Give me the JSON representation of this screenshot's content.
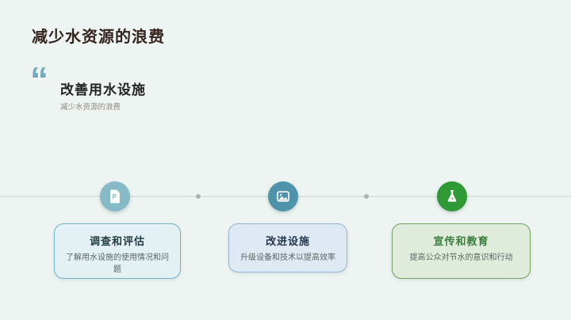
{
  "slide": {
    "background_color": "#edf4f1",
    "title": "减少水资源的浪费",
    "quote": {
      "mark": "“",
      "mark_color": "#74abbe",
      "heading": "改善用水设施",
      "subtitle": "减少水资源的浪费"
    },
    "timeline": {
      "line_color": "#dce4e0",
      "dot_color": "#aab5b0",
      "nodes": [
        {
          "icon": "document-p-icon",
          "circle_color": "#85bac6",
          "card": {
            "title": "调查和评估",
            "title_color": "#253c43",
            "body": "了解用水设施的使用情况和问题",
            "bg": "#e3f1f4",
            "border": "#6fb3c4"
          }
        },
        {
          "icon": "image-icon",
          "circle_color": "#4f93ab",
          "card": {
            "title": "改进设施",
            "title_color": "#24364d",
            "body": "升级设备和技术以提高效率",
            "bg": "#dfe9f4",
            "border": "#92b4d4"
          }
        },
        {
          "icon": "flask-icon",
          "circle_color": "#2f9a35",
          "card": {
            "title": "宣传和教育",
            "title_color": "#3a7d3c",
            "body": "提高公众对节水的意识和行动",
            "bg": "#dfecdb",
            "border": "#71a161"
          }
        }
      ]
    }
  }
}
